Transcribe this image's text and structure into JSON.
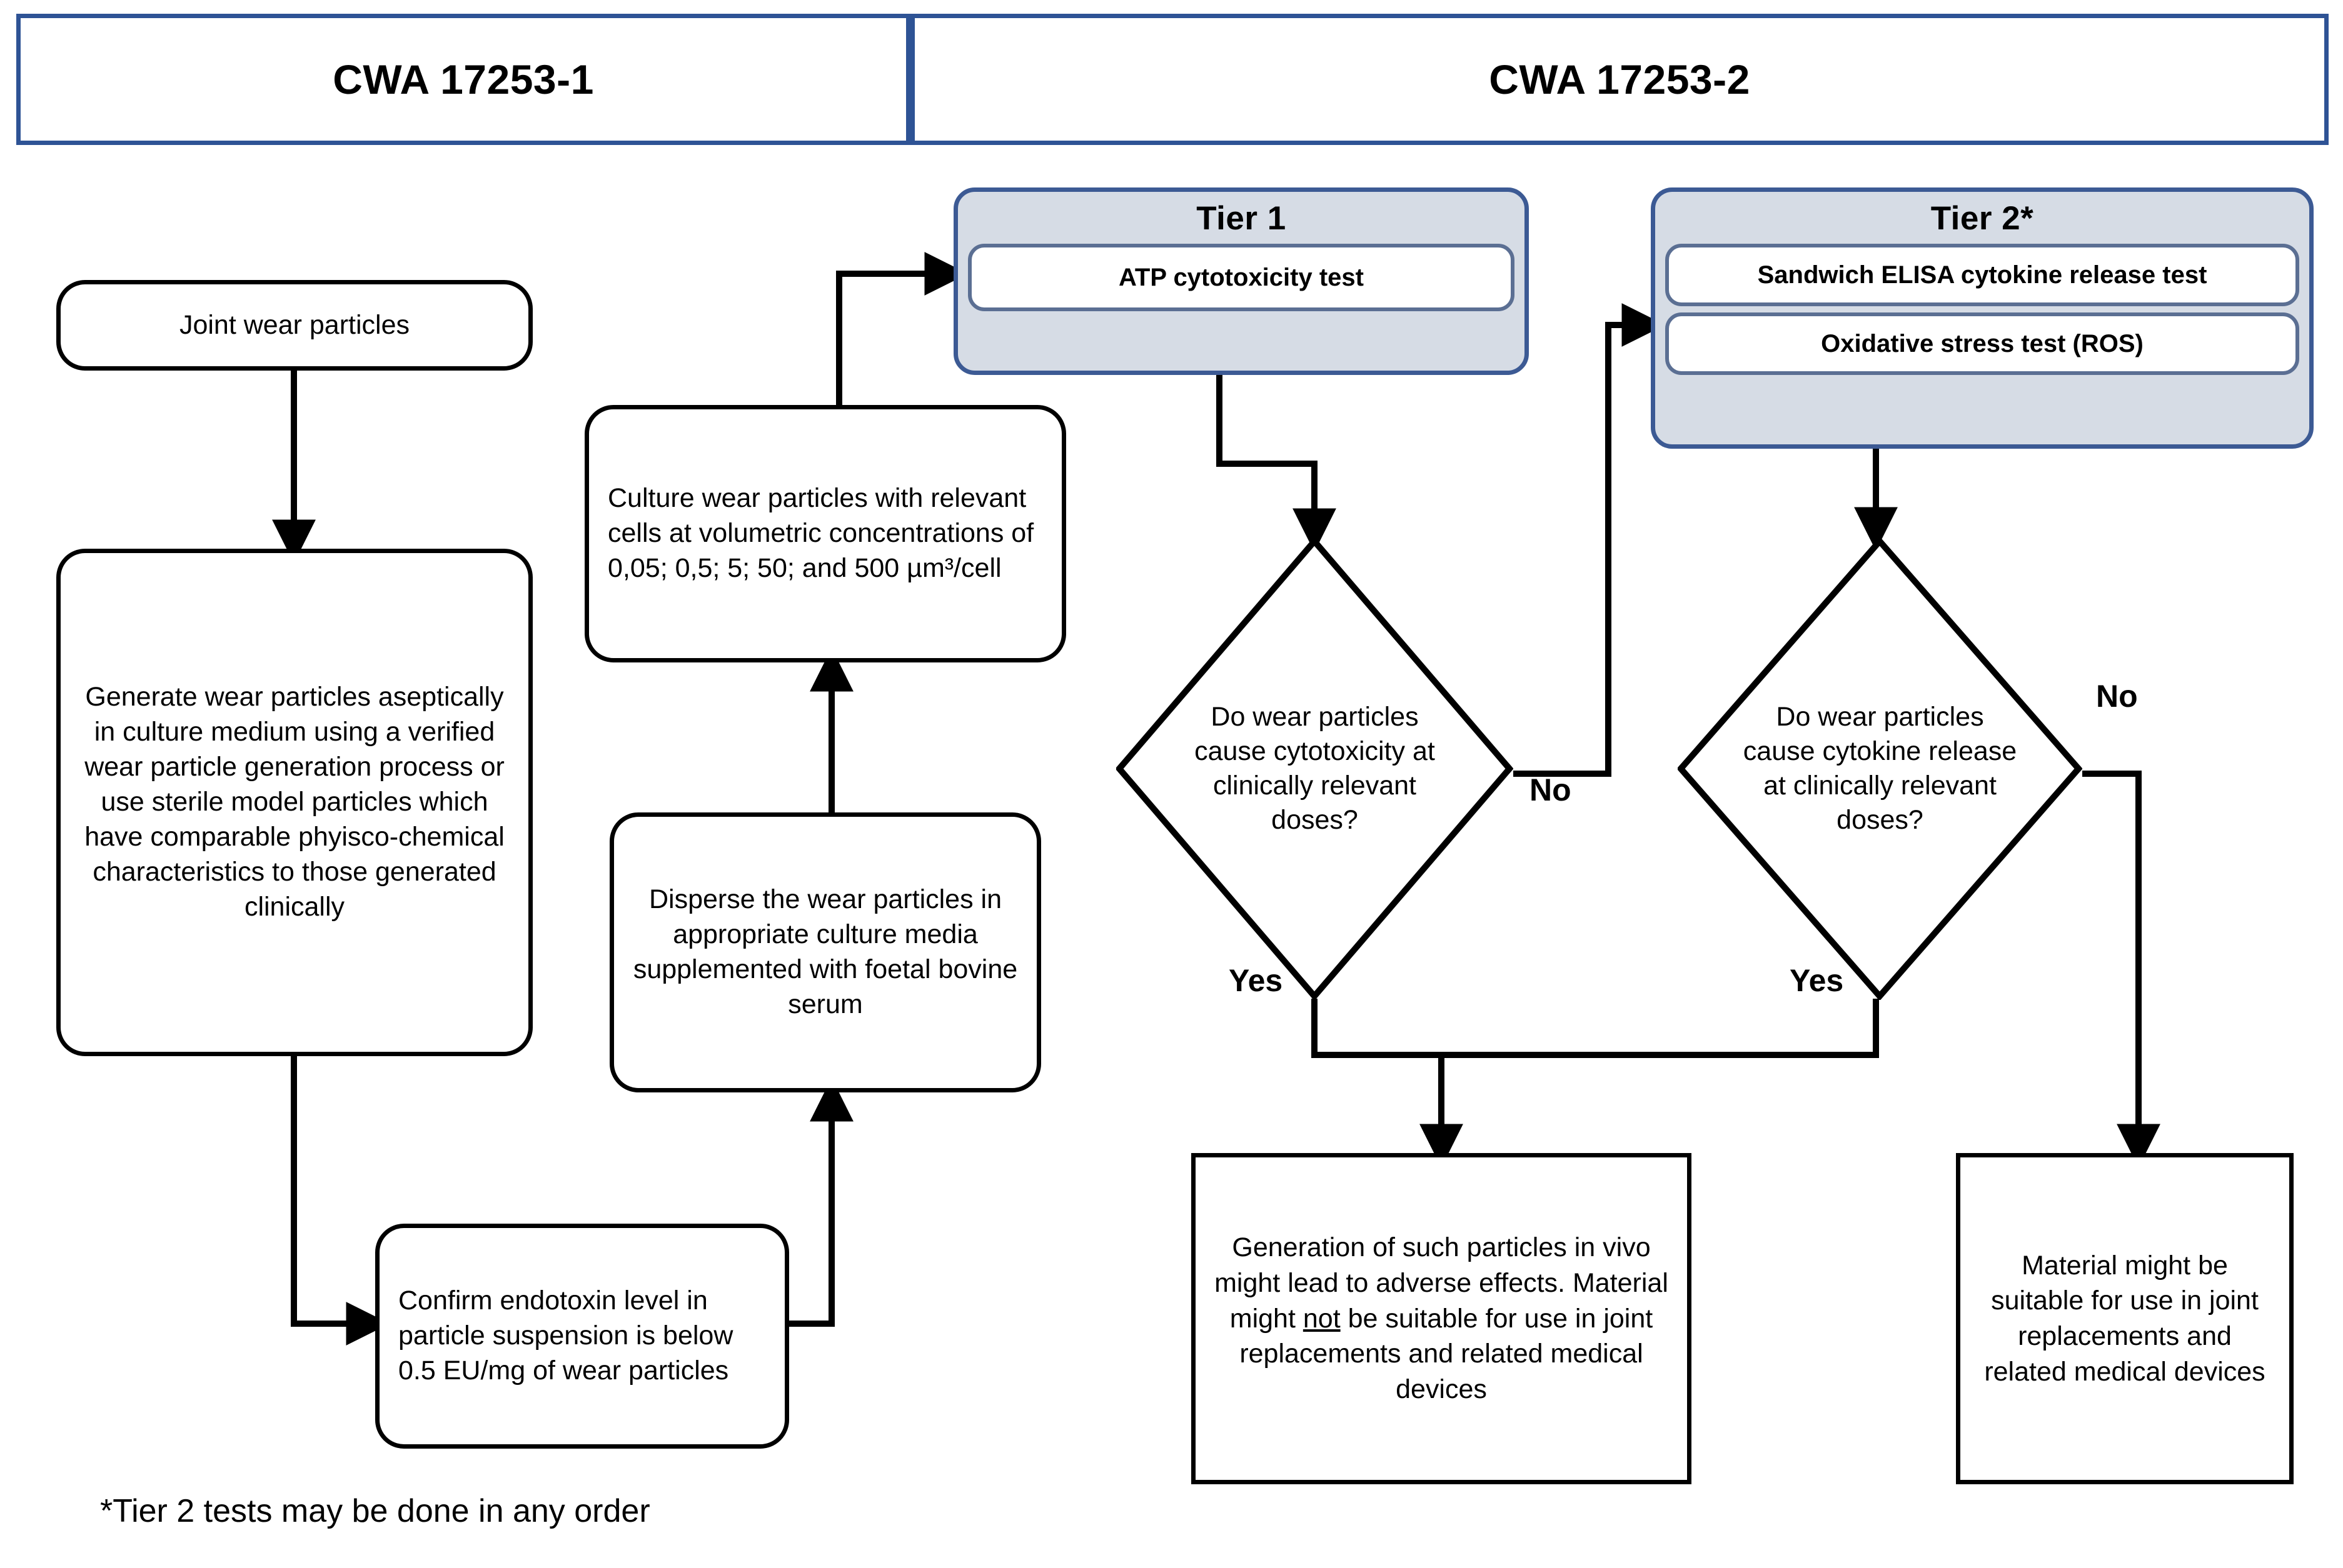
{
  "headers": [
    {
      "id": "cwa1",
      "label": "CWA 17253-1"
    },
    {
      "id": "cwa2",
      "label": "CWA 17253-2"
    }
  ],
  "colors": {
    "header_border": "#2e5395",
    "tier_fill": "#d6dce5",
    "tier_border": "#3c5a94",
    "tier_test_border": "#5b6f93",
    "line": "#000000",
    "box_border": "#000000",
    "background": "#ffffff"
  },
  "process_boxes": [
    {
      "id": "joint-wear-particles",
      "text": "Joint wear particles"
    },
    {
      "id": "generate-wear-particles",
      "text": "Generate wear particles aseptically in culture medium using a verified wear particle generation process or use sterile model particles which have comparable phyisco-chemical characteristics to those generated clinically"
    },
    {
      "id": "confirm-endotoxin",
      "text": "Confirm endotoxin level in particle suspension is below 0.5 EU/mg of wear particles"
    },
    {
      "id": "disperse-wear-particles",
      "text": "Disperse the wear particles in appropriate culture media supplemented with foetal bovine serum"
    },
    {
      "id": "culture-wear-particles",
      "text": "Culture  wear particles with relevant cells at volumetric concentrations of 0,05; 0,5; 5; 50; and 500 µm³/cell"
    }
  ],
  "tiers": [
    {
      "id": "tier-1",
      "title": "Tier 1",
      "tests": [
        "ATP cytotoxicity test"
      ]
    },
    {
      "id": "tier-2",
      "title": "Tier 2*",
      "tests": [
        "Sandwich ELISA cytokine release test",
        "Oxidative stress test (ROS)"
      ]
    }
  ],
  "decisions": [
    {
      "id": "decision-cytotoxicity",
      "text": "Do  wear particles cause cytotoxicity at clinically relevant doses?",
      "yes_label": "Yes",
      "no_label": "No"
    },
    {
      "id": "decision-cytokine",
      "text": "Do  wear particles cause cytokine release at clinically relevant doses?",
      "yes_label": "Yes",
      "no_label": "No"
    }
  ],
  "outcomes": [
    {
      "id": "outcome-adverse",
      "text_before": "Generation of such particles in vivo might lead to adverse effects. Material might ",
      "text_underlined": "not",
      "text_after": " be suitable for use in joint replacements and related medical devices"
    },
    {
      "id": "outcome-suitable",
      "text": "Material might be suitable for use in joint replacements and related medical devices"
    }
  ],
  "footnote": "*Tier 2 tests may be done in any order"
}
